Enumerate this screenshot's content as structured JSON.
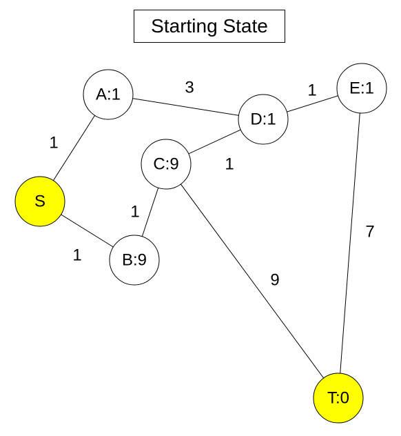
{
  "title": "Starting State",
  "highlight_color": "#ffff00",
  "node_color": "#ffffff",
  "nodes": [
    {
      "id": "A",
      "label": "A:1",
      "highlighted": false
    },
    {
      "id": "D",
      "label": "D:1",
      "highlighted": false
    },
    {
      "id": "E",
      "label": "E:1",
      "highlighted": false
    },
    {
      "id": "C",
      "label": "C:9",
      "highlighted": false
    },
    {
      "id": "S",
      "label": "S",
      "highlighted": true
    },
    {
      "id": "B",
      "label": "B:9",
      "highlighted": false
    },
    {
      "id": "T",
      "label": "T:0",
      "highlighted": true
    }
  ],
  "edges": [
    {
      "from": "A",
      "to": "D",
      "weight": "3"
    },
    {
      "from": "D",
      "to": "E",
      "weight": "1"
    },
    {
      "from": "A",
      "to": "S",
      "weight": "1"
    },
    {
      "from": "C",
      "to": "D",
      "weight": "1"
    },
    {
      "from": "C",
      "to": "B",
      "weight": "1"
    },
    {
      "from": "S",
      "to": "B",
      "weight": "1"
    },
    {
      "from": "E",
      "to": "T",
      "weight": "7"
    },
    {
      "from": "C",
      "to": "T",
      "weight": "9"
    }
  ]
}
